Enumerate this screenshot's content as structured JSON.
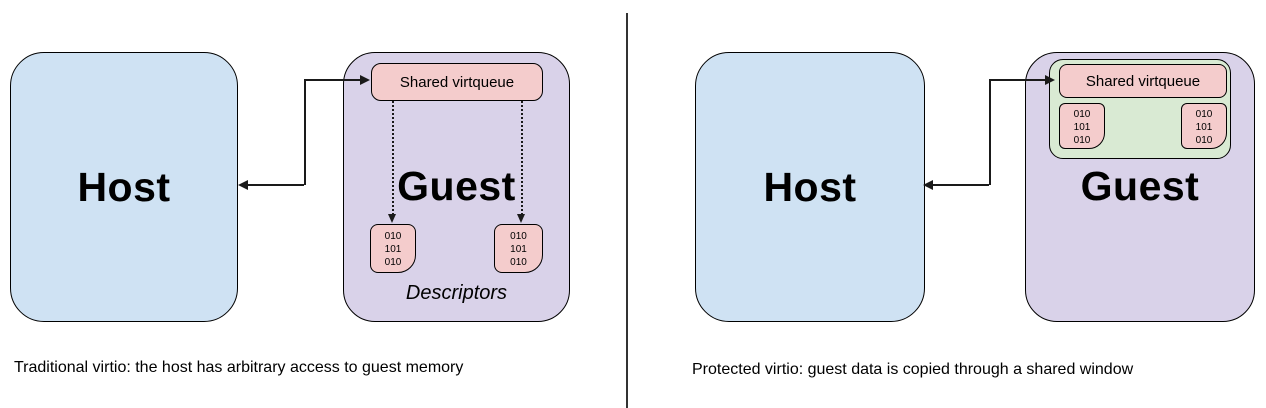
{
  "colors": {
    "host_fill": "#cfe2f3",
    "guest_fill": "#d9d2e9",
    "virtqueue_fill": "#f4cccc",
    "shared_window_fill": "#d9ead3",
    "background": "#ffffff",
    "line": "#1a1a1a",
    "text": "#000000"
  },
  "panels": {
    "left": {
      "host_label": "Host",
      "guest_label": "Guest",
      "virtqueue_label": "Shared virtqueue",
      "descriptors_label": "Descriptors",
      "blocks": [
        {
          "lines": [
            "010",
            "101",
            "010"
          ]
        },
        {
          "lines": [
            "010",
            "101",
            "010"
          ]
        }
      ],
      "caption": "Traditional virtio: the host has arbitrary access to guest memory"
    },
    "right": {
      "host_label": "Host",
      "guest_label": "Guest",
      "virtqueue_label": "Shared virtqueue",
      "blocks": [
        {
          "lines": [
            "010",
            "101",
            "010"
          ]
        },
        {
          "lines": [
            "010",
            "101",
            "010"
          ]
        }
      ],
      "caption": "Protected virtio: guest data is copied through a shared window"
    }
  }
}
